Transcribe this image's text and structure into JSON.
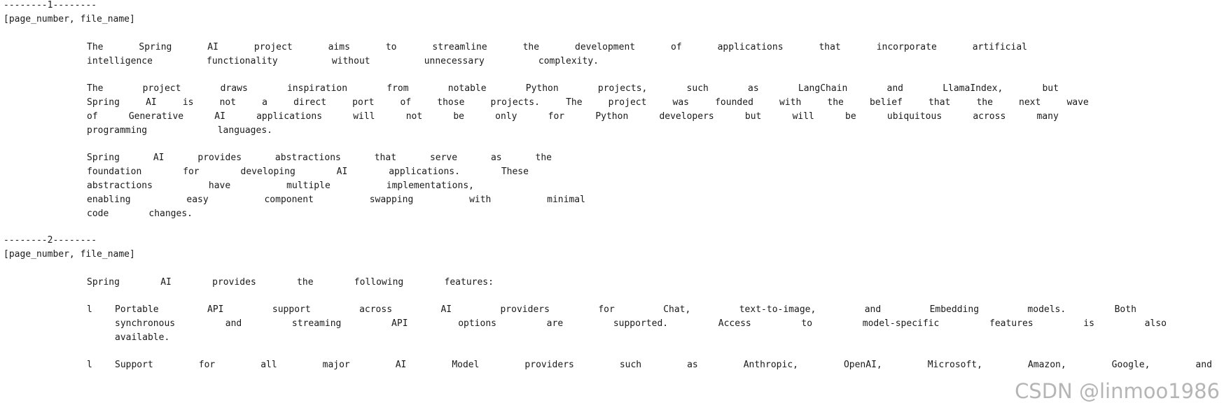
{
  "doc1": {
    "separator": "--------1--------",
    "header": "[page_number, file_name]",
    "p1": [
      [
        "The",
        "Spring",
        "AI",
        "project",
        "aims",
        "to",
        "streamline",
        "the",
        "development",
        "of",
        "applications",
        "that",
        "incorporate",
        "artificial"
      ],
      [
        "intelligence",
        "functionality",
        "without",
        "unnecessary",
        "complexity."
      ]
    ],
    "p2": [
      [
        "The",
        "project",
        "draws",
        "inspiration",
        "from",
        "notable",
        "Python",
        "projects,",
        "such",
        "as",
        "LangChain",
        "and",
        "LlamaIndex,",
        "but"
      ],
      [
        "Spring",
        "AI",
        "is",
        "not",
        "a",
        "direct",
        "port",
        "of",
        "those",
        "projects.",
        "The",
        "project",
        "was",
        "founded",
        "with",
        "the",
        "belief",
        "that",
        "the",
        "next",
        "wave"
      ],
      [
        "of",
        "Generative",
        "AI",
        "applications",
        "will",
        "not",
        "be",
        "only",
        "for",
        "Python",
        "developers",
        "but",
        "will",
        "be",
        "ubiquitous",
        "across",
        "many"
      ],
      [
        "programming",
        "languages."
      ]
    ],
    "p3": [
      [
        "Spring",
        "AI",
        "provides",
        "abstractions",
        "that",
        "serve",
        "as",
        "the"
      ],
      [
        "foundation",
        "for",
        "developing",
        "AI",
        "applications.",
        "These"
      ],
      [
        "abstractions",
        "have",
        "multiple",
        "implementations,"
      ],
      [
        "enabling",
        "easy",
        "component",
        "swapping",
        "with",
        "minimal"
      ],
      [
        "code",
        "changes."
      ]
    ]
  },
  "doc2": {
    "separator": "--------2--------",
    "header": "[page_number, file_name]",
    "p1": [
      [
        "Spring",
        "AI",
        "provides",
        "the",
        "following",
        "features:"
      ]
    ],
    "bullet_char": "l",
    "item1": [
      [
        "Portable",
        "API",
        "support",
        "across",
        "AI",
        "providers",
        "for",
        "Chat,",
        "text-to-image,",
        "and",
        "Embedding",
        "models.",
        "Both"
      ],
      [
        "synchronous",
        "and",
        "streaming",
        "API",
        "options",
        "are",
        "supported.",
        "Access",
        "to",
        "model-specific",
        "features",
        "is",
        "also"
      ],
      [
        "available."
      ]
    ],
    "item2": [
      [
        "Support",
        "for",
        "all",
        "major",
        "AI",
        "Model",
        "providers",
        "such",
        "as",
        "Anthropic,",
        "OpenAI,",
        "Microsoft,",
        "Amazon,",
        "Google,",
        "and"
      ]
    ]
  },
  "watermark": "CSDN @linmoo1986"
}
